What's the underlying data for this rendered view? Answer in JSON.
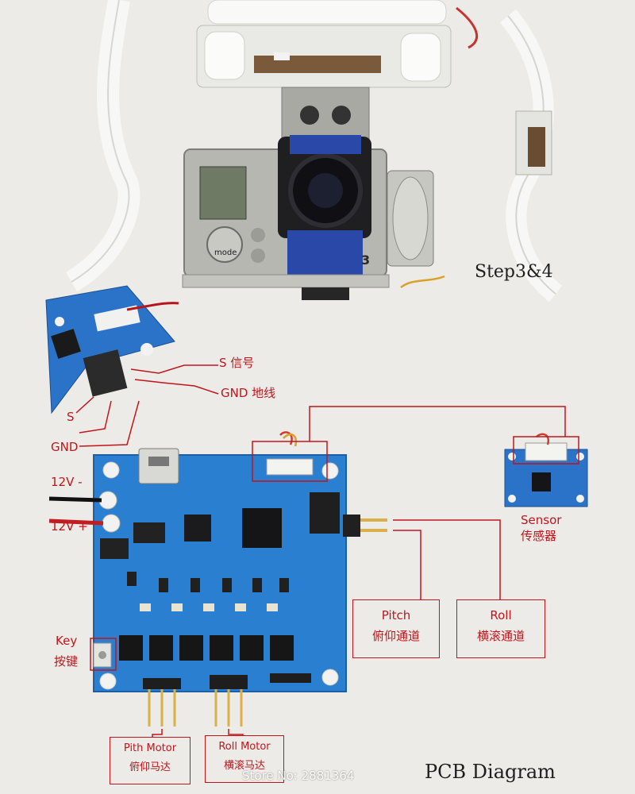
{
  "header": {
    "step_label": "Step3&4"
  },
  "camera": {
    "mode_label": "mode",
    "model_digit": "3"
  },
  "small_board": {
    "label_s_signal": "S 信号",
    "label_gnd_wire": "GND 地线",
    "label_s": "S",
    "label_gnd": "GND"
  },
  "power": {
    "label_12v_minus": "12V -",
    "label_12v_plus": "12V +"
  },
  "key": {
    "label_en": "Key",
    "label_cn": "按键"
  },
  "sensor": {
    "label_en": "Sensor",
    "label_cn": "传感器"
  },
  "channels": {
    "pitch": {
      "label_en": "Pitch",
      "label_cn": "俯仰通道"
    },
    "roll": {
      "label_en": "Roll",
      "label_cn": "横滚通道"
    }
  },
  "motors": {
    "pitch": {
      "label_en": "Pith Motor",
      "label_cn": "俯仰马达"
    },
    "roll": {
      "label_en": "Roll Motor",
      "label_cn": "横滚马达"
    }
  },
  "footer": {
    "title": "PCB Diagram",
    "watermark": "Store No: 2881364"
  },
  "colors": {
    "pcb": "#2a7fd0",
    "annotation": "#c0161b",
    "background": "#ecebe7"
  }
}
